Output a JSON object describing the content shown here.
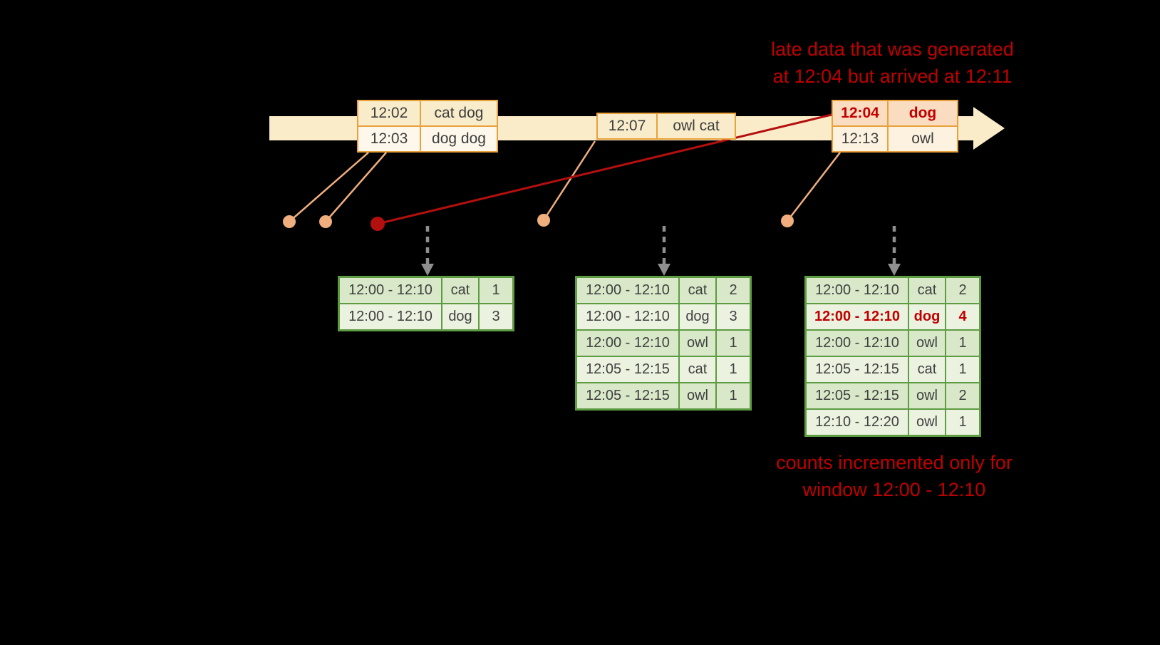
{
  "annotations": {
    "late_data": {
      "line1": "late data that was generated",
      "line2": "at 12:04 but arrived at 12:11"
    },
    "counts": {
      "line1": "counts incremented only for",
      "line2": "window 12:00 - 12:10"
    }
  },
  "events": [
    {
      "rows": [
        {
          "time": "12:02",
          "words": "cat dog"
        },
        {
          "time": "12:03",
          "words": "dog dog"
        }
      ]
    },
    {
      "rows": [
        {
          "time": "12:07",
          "words": "owl cat"
        }
      ]
    },
    {
      "rows": [
        {
          "time": "12:04",
          "words": "dog",
          "highlight": true
        },
        {
          "time": "12:13",
          "words": "owl"
        }
      ]
    }
  ],
  "result_tables": [
    {
      "rows": [
        {
          "window": "12:00 - 12:10",
          "word": "cat",
          "count": "1"
        },
        {
          "window": "12:00 - 12:10",
          "word": "dog",
          "count": "3"
        }
      ]
    },
    {
      "rows": [
        {
          "window": "12:00 - 12:10",
          "word": "cat",
          "count": "2"
        },
        {
          "window": "12:00 - 12:10",
          "word": "dog",
          "count": "3"
        },
        {
          "window": "12:00 - 12:10",
          "word": "owl",
          "count": "1"
        },
        {
          "window": "12:05 - 12:15",
          "word": "cat",
          "count": "1"
        },
        {
          "window": "12:05 - 12:15",
          "word": "owl",
          "count": "1"
        }
      ]
    },
    {
      "rows": [
        {
          "window": "12:00 - 12:10",
          "word": "cat",
          "count": "2"
        },
        {
          "window": "12:00 - 12:10",
          "word": "dog",
          "count": "4",
          "highlight": true
        },
        {
          "window": "12:00 - 12:10",
          "word": "owl",
          "count": "1"
        },
        {
          "window": "12:05 - 12:15",
          "word": "cat",
          "count": "1"
        },
        {
          "window": "12:05 - 12:15",
          "word": "owl",
          "count": "2"
        },
        {
          "window": "12:10 - 12:20",
          "word": "owl",
          "count": "1"
        }
      ]
    }
  ],
  "colors": {
    "background": "#000000",
    "annotation_red": "#c00000",
    "timeline_cream": "#faecc8",
    "event_border_orange": "#e9a13b",
    "event_row_tan": "#f8ecca",
    "event_row_light": "#fdf8eb",
    "late_row_peach": "#fadcc0",
    "connector_orange": "#f0ae7e",
    "late_line_red": "#b30f0f",
    "trigger_arrow_gray": "#8f8f8f",
    "result_border_green": "#5e9c43",
    "result_row_dark": "#d8e8c8",
    "result_row_light": "#ebf3e0"
  }
}
